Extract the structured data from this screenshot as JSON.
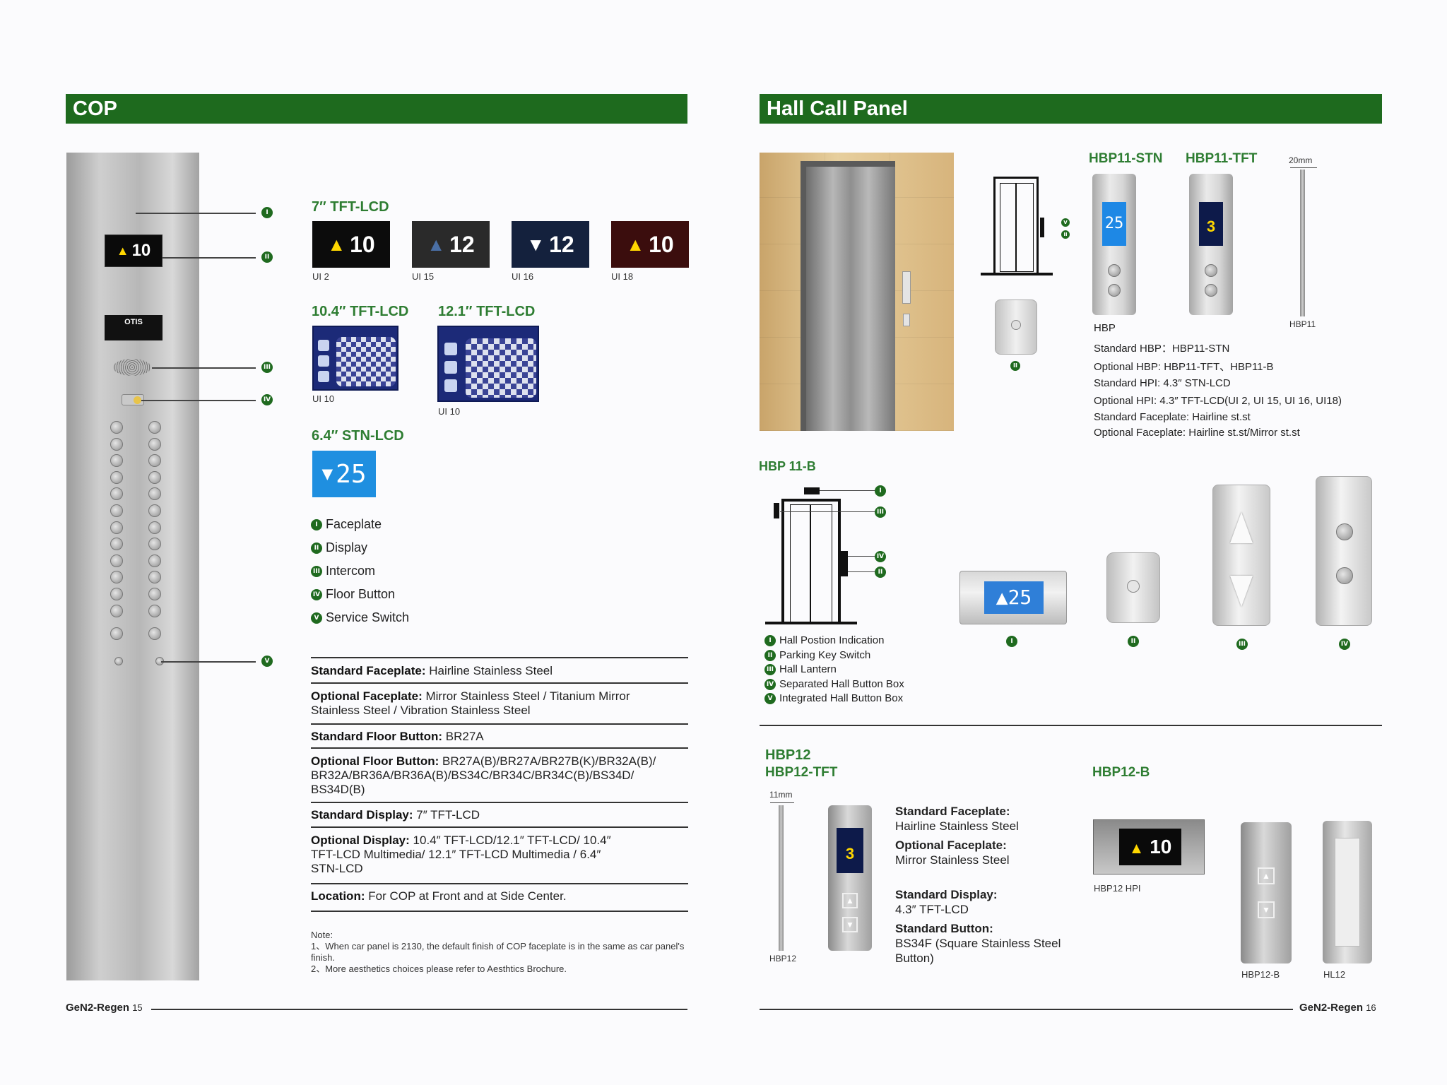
{
  "left_page": {
    "section_title": "COP",
    "displays_7_title": "7″ TFT-LCD",
    "displays_7": [
      {
        "label": "UI 2",
        "value": "10",
        "arrow": "▲",
        "bg": "#0c0c0c",
        "arrow_color": "#ffd700"
      },
      {
        "label": "UI 15",
        "value": "12",
        "arrow": "▲",
        "bg": "#2a2a2a",
        "arrow_color": "#4a6fa5"
      },
      {
        "label": "UI 16",
        "value": "12",
        "arrow": "▼",
        "bg": "#14213d",
        "arrow_color": "#ffffff"
      },
      {
        "label": "UI 18",
        "value": "10",
        "arrow": "▲",
        "bg": "#3b0d0d",
        "arrow_color": "#ffd700"
      }
    ],
    "display_104_title": "10.4″ TFT-LCD",
    "display_104_label": "UI 10",
    "display_121_title": "12.1″ TFT-LCD",
    "display_121_label": "UI 10",
    "display_64_title": "6.4″ STN-LCD",
    "display_64_value": "25",
    "display_64_arrow": "▼",
    "cop_display_value": "10",
    "cop_display_arrow": "▲",
    "cop_brand": "OTIS",
    "callout_numerals": [
      "I",
      "II",
      "III",
      "IV",
      "V"
    ],
    "legend": [
      {
        "num": "I",
        "label": "Faceplate"
      },
      {
        "num": "II",
        "label": "Display"
      },
      {
        "num": "III",
        "label": "Intercom"
      },
      {
        "num": "IV",
        "label": "Floor Button"
      },
      {
        "num": "V",
        "label": "Service Switch"
      }
    ],
    "specs": [
      {
        "key": "Standard Faceplate:",
        "value": "Hairline Stainless Steel"
      },
      {
        "key": "Optional Faceplate:",
        "value": "Mirror Stainless Steel / Titanium Mirror Stainless Steel / Vibration Stainless Steel"
      },
      {
        "key": "Standard Floor Button:",
        "value": "BR27A"
      },
      {
        "key": "Optional Floor Button:",
        "value": "BR27A(B)/BR27A/BR27B(K)/BR32A(B)/ BR32A/BR36A/BR36A(B)/BS34C/BR34C/BR34C(B)/BS34D/ BS34D(B)"
      },
      {
        "key": "Standard Display:",
        "value": "7″ TFT-LCD"
      },
      {
        "key": "Optional Display:",
        "value": "10.4″ TFT-LCD/12.1″ TFT-LCD/ 10.4″ TFT-LCD Multimedia/ 12.1″ TFT-LCD Multimedia / 6.4″ STN-LCD"
      },
      {
        "key": "Location:",
        "value": "For COP at Front and at Side Center."
      }
    ],
    "note_title": "Note:",
    "note_1": "1、When car panel is 2130, the default finish of COP faceplate is in the same as car panel's finish.",
    "note_2": "2、More aesthetics choices please refer to Aesthtics Brochure.",
    "footer_brand": "GeN2-Regen",
    "footer_page": "15"
  },
  "right_page": {
    "section_title": "Hall Call Panel",
    "hbp11_stn_title": "HBP11-STN",
    "hbp11_tft_title": "HBP11-TFT",
    "dim_20": "20mm",
    "hbp11_label": "HBP11",
    "stn_display_value": "25",
    "tft_display_value": "3",
    "hbp_info": [
      "HBP",
      "Standard HBP：HBP11-STN",
      "Optional HBP: HBP11-TFT、HBP11-B",
      "Standard HPI: 4.3″ STN-LCD",
      "Optional HPI: 4.3″ TFT-LCD(UI 2, UI 15, UI 16, UI18)",
      "Standard Faceplate: Hairline st.st",
      "Optional Faceplate: Hairline st.st/Mirror st.st"
    ],
    "hbp11b_title": "HBP 11-B",
    "hbp11b_legend": [
      {
        "num": "I",
        "label": "Hall Postion Indication"
      },
      {
        "num": "II",
        "label": "Parking Key Switch"
      },
      {
        "num": "III",
        "label": "Hall Lantern"
      },
      {
        "num": "IV",
        "label": "Separated Hall Button Box"
      },
      {
        "num": "V",
        "label": "Integrated Hall Button Box"
      }
    ],
    "hpi_value": "25",
    "hbp12_title": "HBP12",
    "hbp12_tft_title": "HBP12-TFT",
    "dim_11": "11mm",
    "hbp12_label": "HBP12",
    "hbp12_tft_value": "3",
    "hbp12_specs": [
      {
        "key": "Standard Faceplate:",
        "value": "Hairline Stainless Steel"
      },
      {
        "key": "Optional Faceplate:",
        "value": "Mirror Stainless Steel"
      },
      {
        "key": "Standard Display:",
        "value": "4.3″ TFT-LCD"
      },
      {
        "key": "Standard Button:",
        "value": "BS34F (Square Stainless Steel Button)"
      }
    ],
    "hbp12b_title": "HBP12-B",
    "hbp12_hpi_label": "HBP12 HPI",
    "hbp12_hpi_value": "10",
    "hbp12b_label": "HBP12-B",
    "hl12_label": "HL12",
    "footer_brand": "GeN2-Regen",
    "footer_page": "16"
  },
  "colors": {
    "brand_green": "#1e6a1e",
    "title_green": "#2e7d32",
    "lcd_blue": "#1e88e5"
  }
}
